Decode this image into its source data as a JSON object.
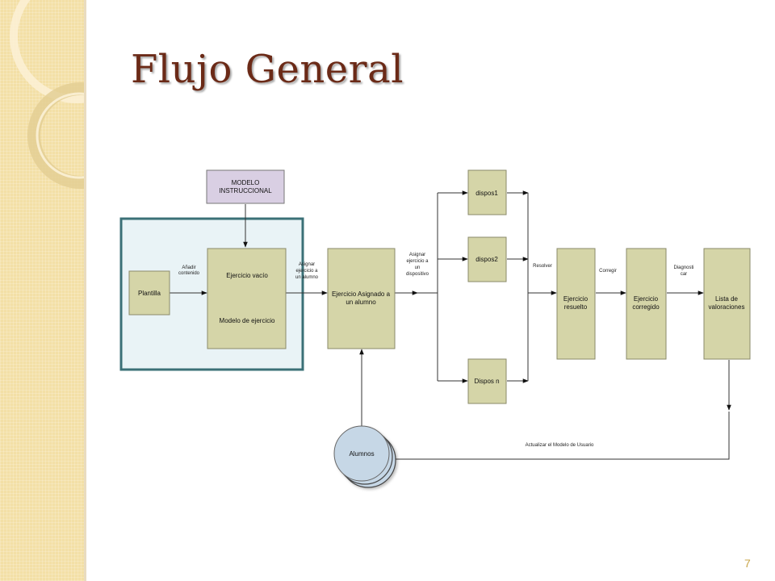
{
  "slide": {
    "title": "Flujo General",
    "page_number": "7"
  },
  "diagram": {
    "nodes": {
      "modelo_instruccional": [
        "MODELO",
        "INSTRUCCIONAL"
      ],
      "plantilla": "Plantilla",
      "ejercicio_vacio": "Ejercicio vacío",
      "modelo_de_ejercicio": "Modelo de ejercicio",
      "ejercicio_asignado": [
        "Ejercicio Asignado a",
        "un alumno"
      ],
      "dispos1": "dispos1",
      "dispos2": "dispos2",
      "dispos_n": "Dispos n",
      "ejercicio_resuelto": [
        "Ejercicio",
        "resuelto"
      ],
      "ejercicio_corregido": [
        "Ejercicio",
        "corregido"
      ],
      "lista_valoraciones": [
        "Lista de",
        "valoraciones"
      ],
      "alumnos": "Alumnos"
    },
    "edge_labels": {
      "anadir_contenido": [
        "Añadir",
        "contenido"
      ],
      "asignar_ejercicio_alumno": [
        "Asignar",
        "ejercicio a",
        "un alumno"
      ],
      "asignar_ejercicio_dispositivo": [
        "Asignar",
        "ejercicio a",
        "un",
        "dispositivo"
      ],
      "resolver": "Resolver",
      "corregir": "Corregir",
      "diagnosticar": [
        "Diagnosti",
        "car"
      ],
      "actualizar_modelo": "Actualizar el Modelo de Usuario"
    }
  },
  "colors": {
    "node_fill": "#d5d5a8",
    "node_stroke": "#8a8a6a",
    "modelo_fill": "#d9cfe3",
    "highlight_fill": "#e9f3f6",
    "highlight_stroke": "#3b7077",
    "alumnos_fill": "#c6d7e6",
    "title_color": "#6b2a17"
  }
}
